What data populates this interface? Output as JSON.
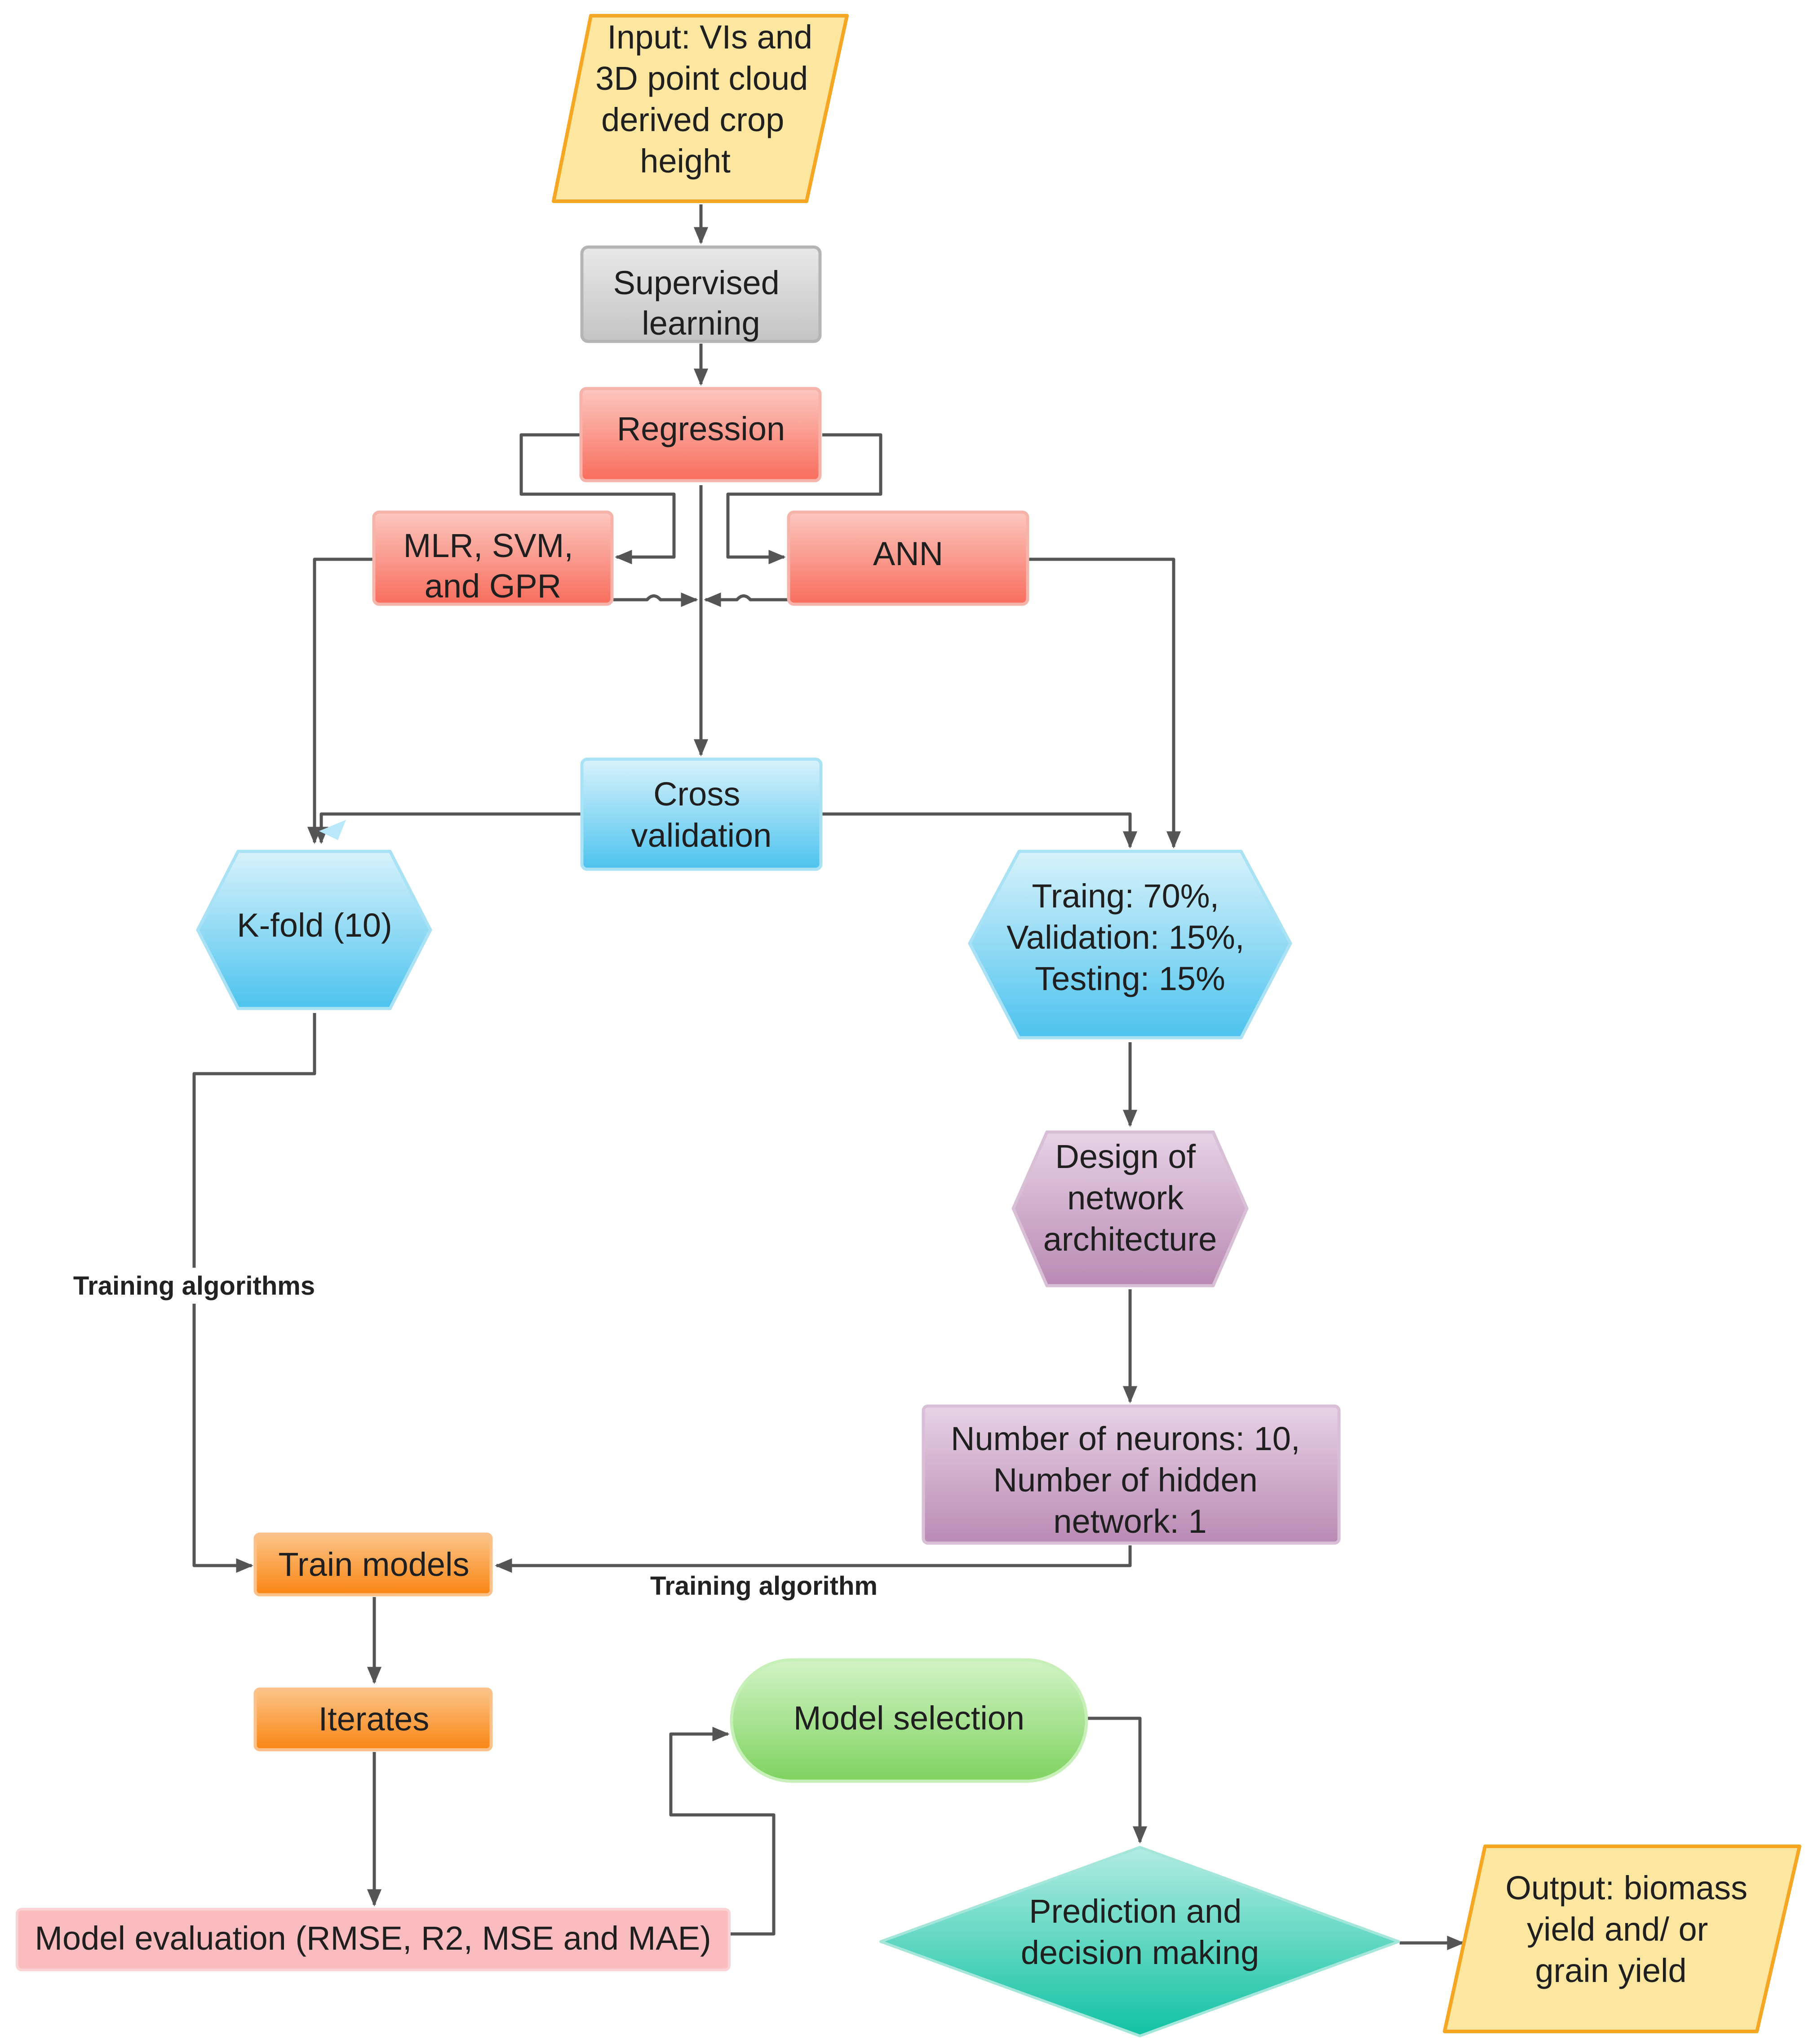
{
  "nodes": {
    "input": {
      "lines": [
        "Input: VIs and",
        "3D point cloud",
        "derived crop",
        "height"
      ]
    },
    "supervised": {
      "lines": [
        "Supervised",
        "learning"
      ]
    },
    "regression": {
      "lines": [
        "Regression"
      ]
    },
    "mlr": {
      "lines": [
        "MLR, SVM,",
        "and GPR"
      ]
    },
    "ann": {
      "lines": [
        "ANN"
      ]
    },
    "crossval": {
      "lines": [
        "Cross",
        "validation"
      ]
    },
    "kfold": {
      "lines": [
        "K-fold (10)"
      ]
    },
    "split": {
      "lines": [
        "Traing: 70%,",
        "Validation: 15%,",
        "Testing: 15%"
      ]
    },
    "design": {
      "lines": [
        "Design of",
        "network",
        "architecture"
      ]
    },
    "neurons": {
      "lines": [
        "Number of neurons: 10,",
        "Number of hidden",
        "network: 1"
      ]
    },
    "train": {
      "lines": [
        "Train models"
      ]
    },
    "iterates": {
      "lines": [
        "Iterates"
      ]
    },
    "evaluation": {
      "lines": [
        "Model evaluation (RMSE, R2, MSE and MAE)"
      ]
    },
    "selection": {
      "lines": [
        "Model selection"
      ]
    },
    "prediction": {
      "lines": [
        "Prediction and",
        "decision making"
      ]
    },
    "output": {
      "lines": [
        "Output: biomass",
        "yield and/ or",
        "grain yield"
      ]
    }
  },
  "edge_labels": {
    "training_algorithms": "Training algorithms",
    "training_algorithm": "Training algorithm"
  },
  "colors": {
    "input_fill": "#fde7a0",
    "input_stroke": "#f5a623",
    "supervised_fill": "#d0d0d0",
    "supervised_stroke": "#b4b4b4",
    "red_fill": "#fb8a7c",
    "red_stroke": "#f5b3aa",
    "blue_fill": "#7fd4f2",
    "blue_stroke": "#a9e1f5",
    "purple_fill": "#caa1c6",
    "purple_stroke": "#d9bfd6",
    "orange_fill": "#fb9a33",
    "orange_stroke": "#fcc089",
    "pink_fill": "#fbbcc0",
    "green_fill": "#a4e28c",
    "green_stroke": "#c7efb8",
    "teal_fill": "#3fcfb8",
    "connector": "#555555"
  }
}
